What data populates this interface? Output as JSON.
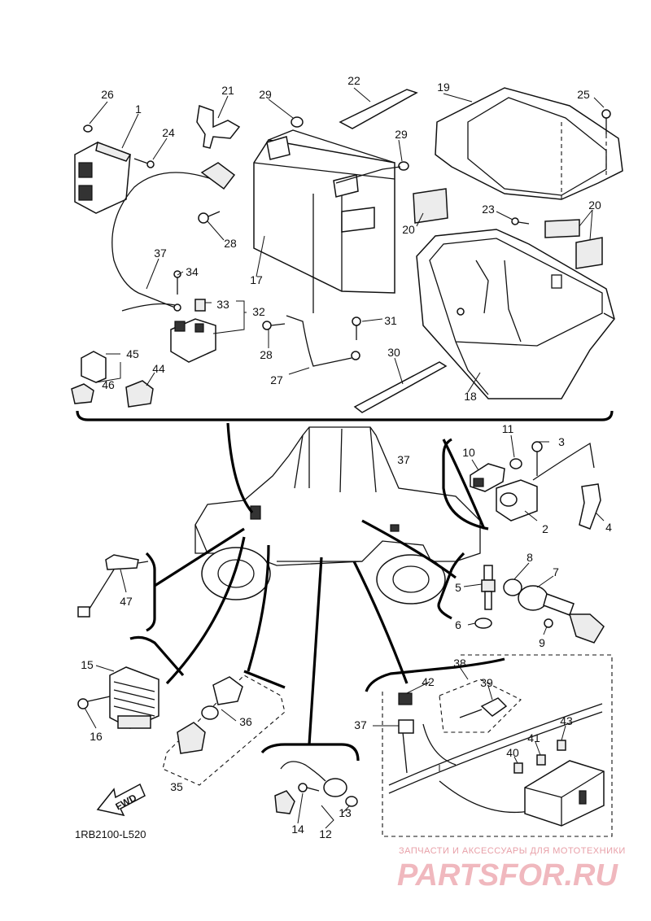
{
  "diagram": {
    "drawing_code": "1RB2100-L520",
    "fwd_label": "FWD",
    "labels": [
      "1",
      "2",
      "3",
      "4",
      "5",
      "6",
      "7",
      "8",
      "9",
      "10",
      "11",
      "12",
      "13",
      "14",
      "15",
      "16",
      "17",
      "18",
      "19",
      "20",
      "20",
      "21",
      "22",
      "23",
      "24",
      "25",
      "26",
      "27",
      "28",
      "28",
      "29",
      "29",
      "30",
      "31",
      "32",
      "33",
      "34",
      "35",
      "36",
      "37",
      "37",
      "37",
      "38",
      "39",
      "40",
      "41",
      "42",
      "43",
      "44",
      "45",
      "46",
      "47"
    ]
  },
  "watermark": {
    "tagline": "ЗАПЧАСТИ И АКСЕССУАРЫ ДЛЯ МОТОТЕХНИКИ",
    "logo": "PARTSFOR.RU"
  }
}
